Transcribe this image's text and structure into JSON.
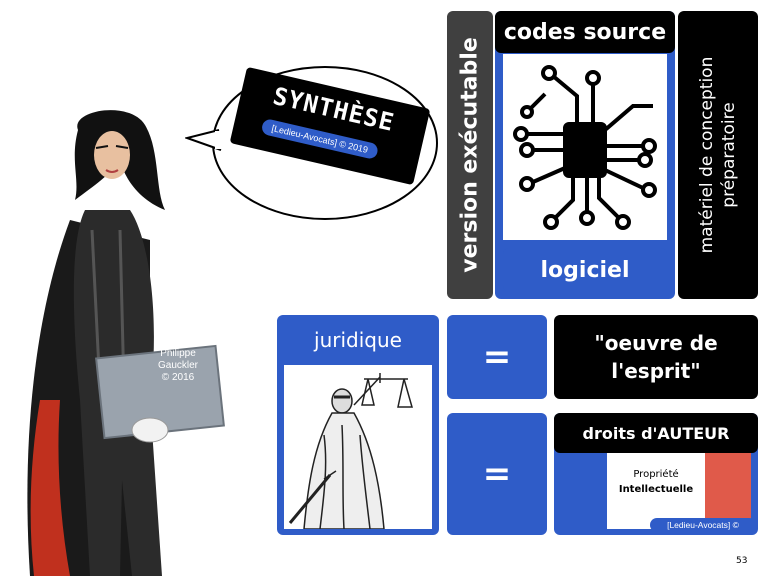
{
  "bubble": {
    "word": "SYNTHÈSE",
    "badge": "[Ledieu-Avocats] © 2019"
  },
  "book": {
    "credit_line1": "Philippe",
    "credit_line2": "Gauckler",
    "credit_line3": "© 2016"
  },
  "software": {
    "version_label": "version exécutable",
    "codes_label": "codes source",
    "logiciel_label": "logiciel",
    "materiel_line1": "matériel de conception",
    "materiel_line2": "préparatoire"
  },
  "legal": {
    "juridique_label": "juridique",
    "equals1": "=",
    "equals2": "=",
    "oeuvre_line1": "\"oeuvre de",
    "oeuvre_line2": "l'esprit\"",
    "droits_label": "droits d'AUTEUR",
    "propriete_line1": "Propriété",
    "propriete_line2": "Intellectuelle",
    "badge": "[Ledieu-Avocats] ©"
  },
  "footer": {
    "page_number": "53"
  },
  "colors": {
    "blue": "#2f5cc8",
    "black": "#000000",
    "dark_gray": "#404040",
    "red": "#e05a4a"
  }
}
